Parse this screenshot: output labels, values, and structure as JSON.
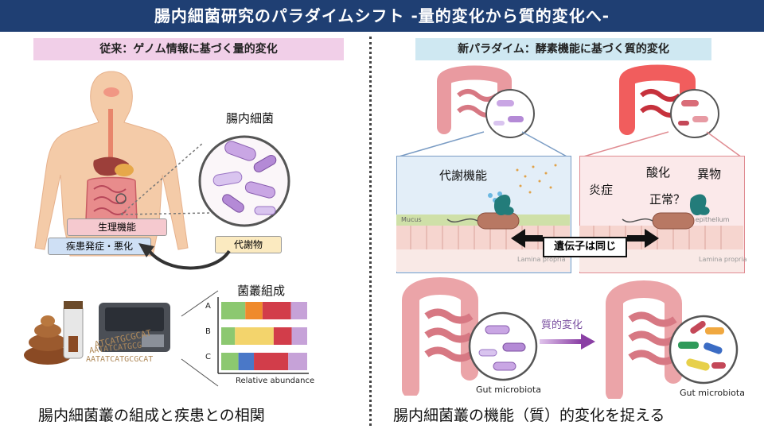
{
  "title": "腸内細菌研究のパラダイムシフト -量的変化から質的変化へ-",
  "left": {
    "header": "従来：ゲノム情報に基づく量的変化",
    "bacteria_label": "腸内細菌",
    "physiology_label": "生理機能",
    "disease_label": "疾患発症・悪化",
    "metabolite_label": "代謝物",
    "composition_label": "菌叢組成",
    "bar_rows": [
      "A",
      "B",
      "C"
    ],
    "xaxis_label": "Relative abundance",
    "dna_text_1": "ATCATGCGCAT",
    "dna_text_2": "AATATCATGCG",
    "dna_text_3": "AATATCATGCGCAT",
    "caption": "腸内細菌叢の組成と疾患との相関"
  },
  "right": {
    "header": "新パラダイム：酵素機能に基づく質的変化",
    "metabolic_label": "代謝機能",
    "inflammation_label": "炎症",
    "oxidation_label": "酸化",
    "foreign_label": "異物",
    "normal_label": "正常？",
    "same_gene_label": "遺伝子は同じ",
    "mucus_label": "Mucus",
    "epithelium_label": "Intestinal epithelium",
    "lamina_label_1": "Lamina propria",
    "lamina_label_2": "Lamina propria",
    "qualitative_label": "質的変化",
    "gut_label_1": "Gut microbiota",
    "gut_label_2": "Gut microbiota",
    "caption": "腸内細菌叢の機能（質）的変化を捉える"
  },
  "colors": {
    "title_bg": "#1f3f73",
    "left_header_bg": "#f1cfe8",
    "right_header_bg": "#cfe8f2",
    "bar_green": "#8cc870",
    "bar_orange": "#ef8a2c",
    "bar_red": "#d23d4a",
    "bar_purple": "#c6a2d8",
    "bar_yellow": "#f3d46c",
    "bar_blue": "#4a78c8"
  }
}
